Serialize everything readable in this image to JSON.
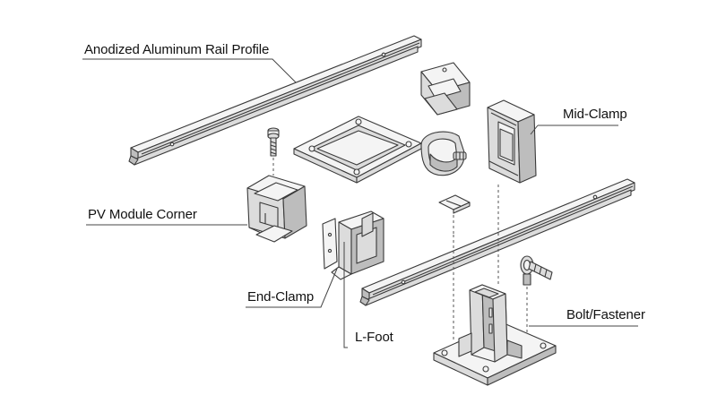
{
  "diagram": {
    "callouts": {
      "rail_profile": "Anodized Aluminum Rail Profile",
      "mid_clamp": "Mid-Clamp",
      "pv_module_corner": "PV Module Corner",
      "end_clamp": "End-Clamp",
      "l_foot": "L-Foot",
      "bolt_fastener": "Bolt/Fastener"
    },
    "colors": {
      "stroke": "#3a3a3a",
      "face_light": "#f4f4f4",
      "face_mid": "#dcdcdc",
      "face_dark": "#bdbdbd",
      "leader": "#444444"
    }
  }
}
